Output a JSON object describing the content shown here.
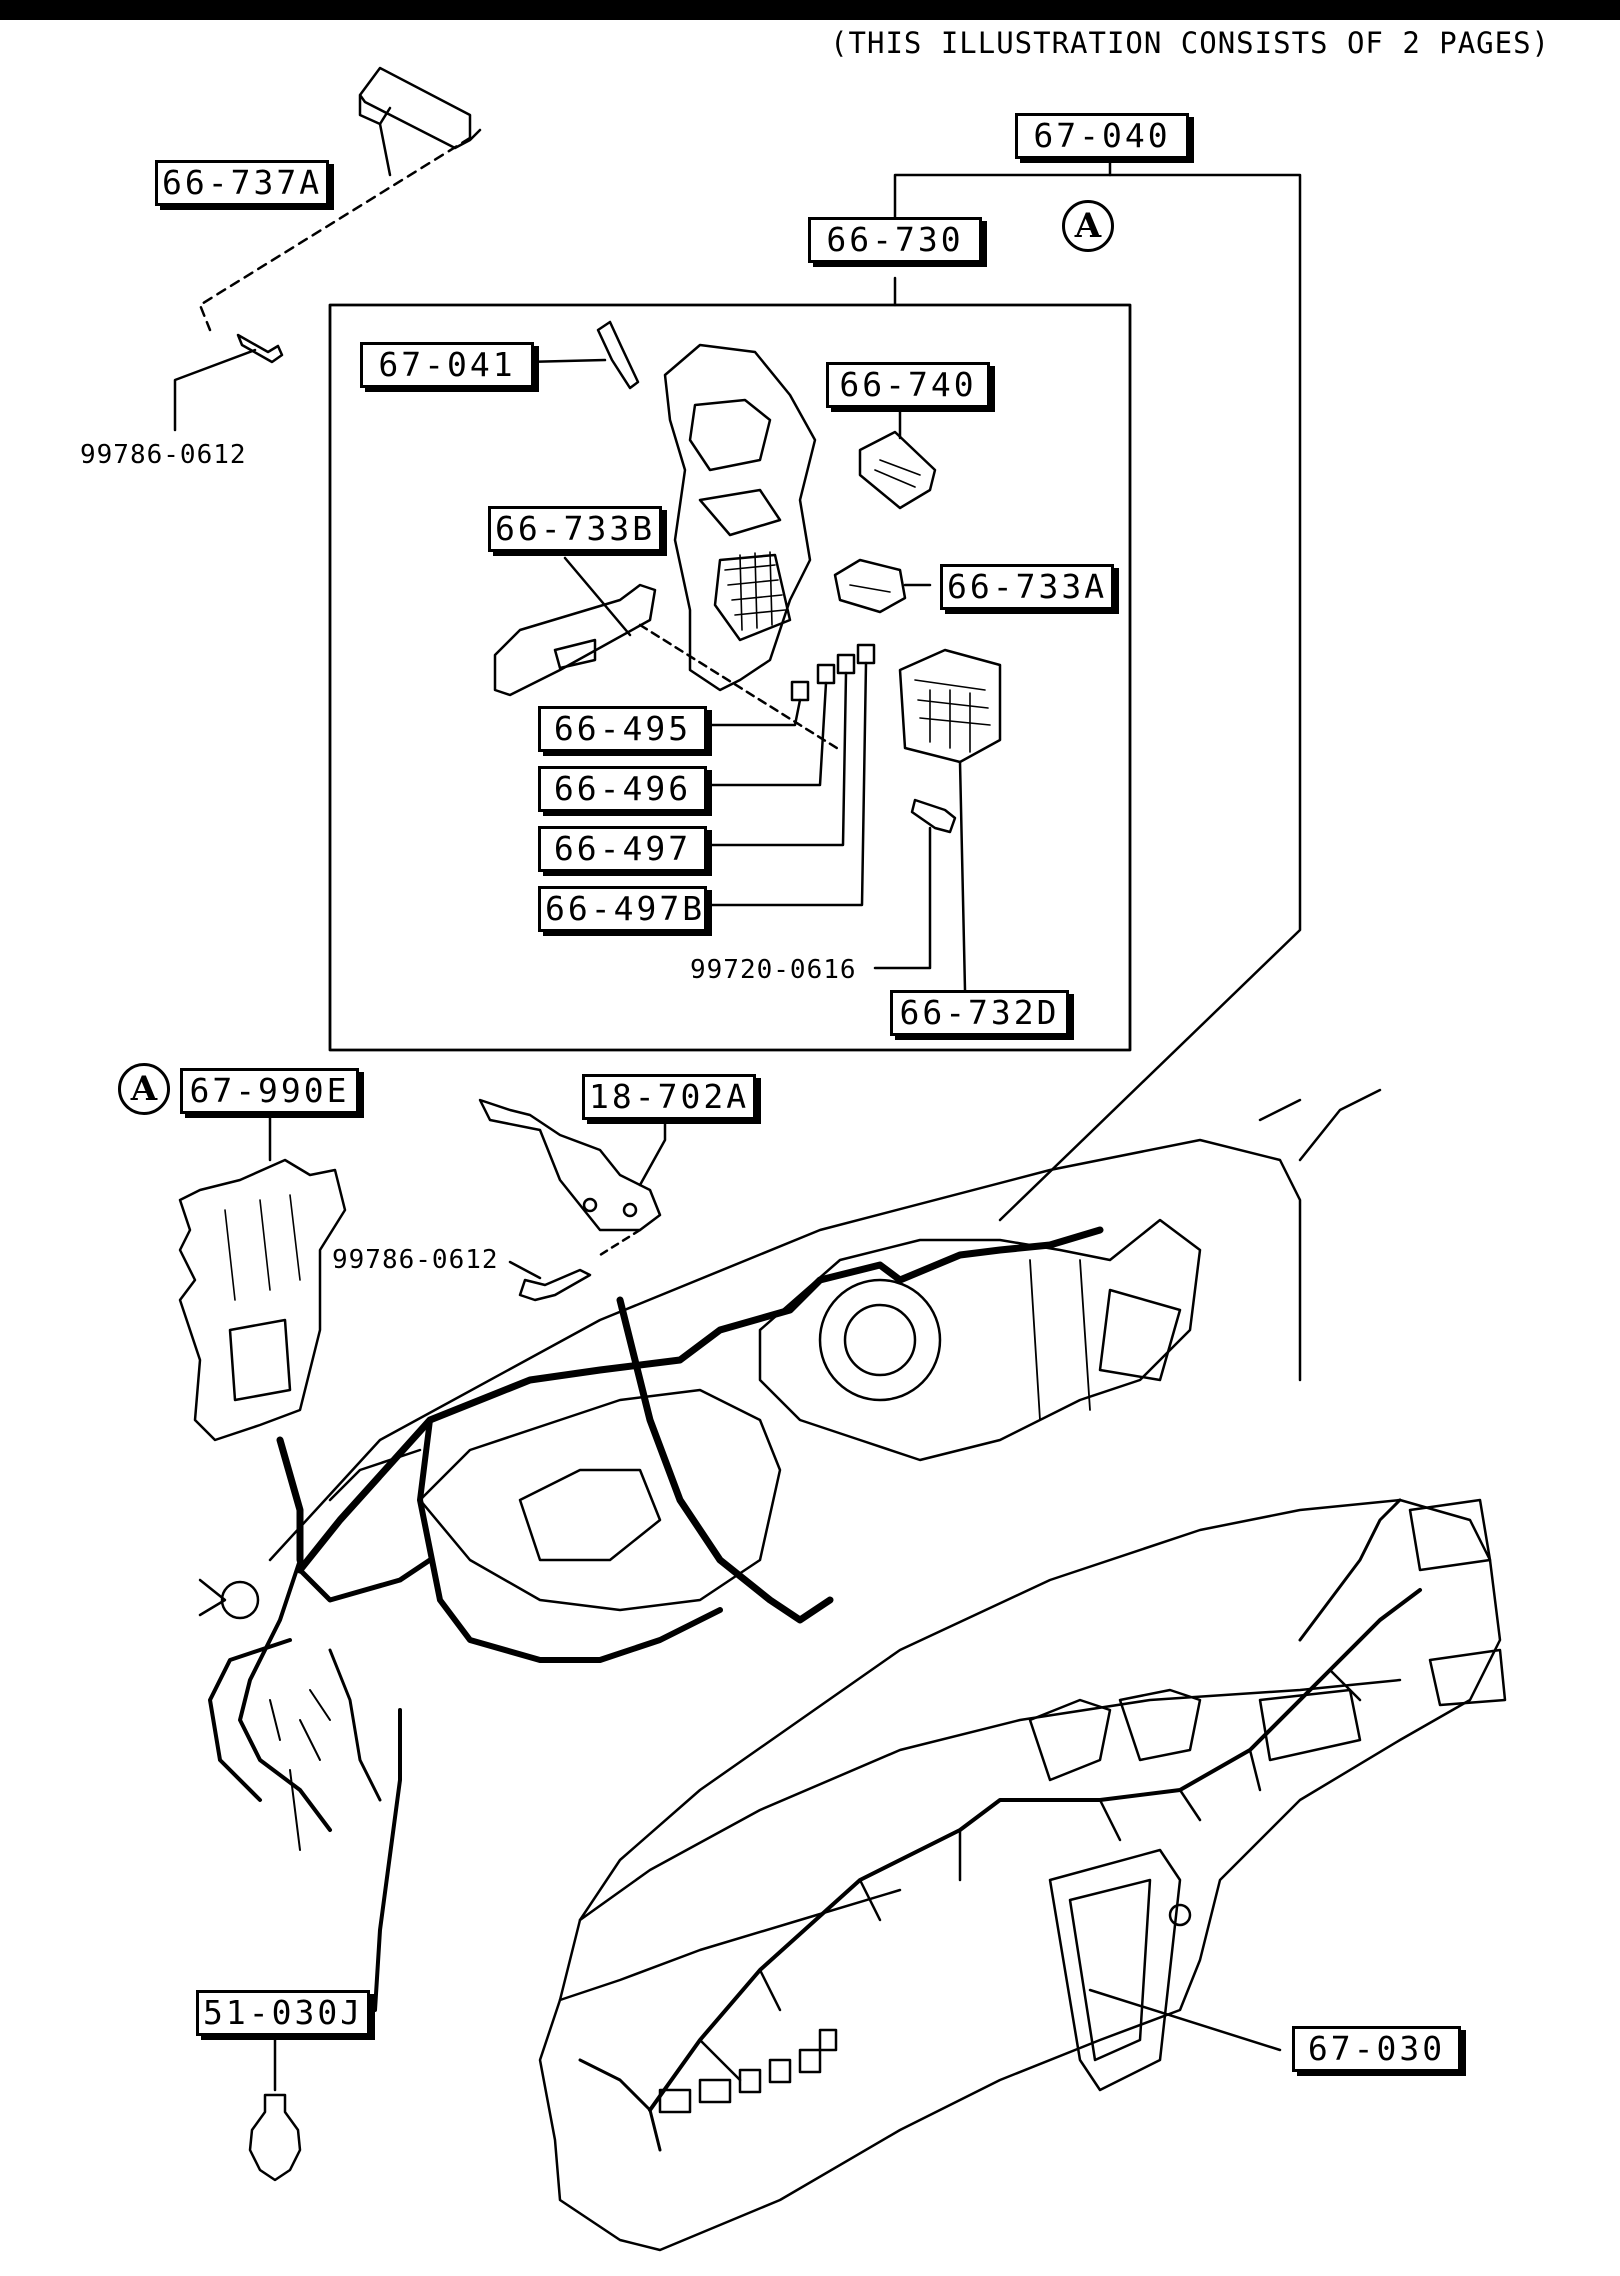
{
  "header": {
    "note": "(THIS ILLUSTRATION CONSISTS OF  2 PAGES)"
  },
  "labels": {
    "p66_737A": "66-737A",
    "p67_040": "67-040",
    "p66_730": "66-730",
    "p67_041": "67-041",
    "p66_740": "66-740",
    "p66_733B": "66-733B",
    "p66_733A": "66-733A",
    "p66_495": "66-495",
    "p66_496": "66-496",
    "p66_497": "66-497",
    "p66_497B": "66-497B",
    "p66_732D": "66-732D",
    "p67_990E": "67-990E",
    "p18_702A": "18-702A",
    "p51_030J": "51-030J",
    "p67_030": "67-030",
    "bolt_top": "99786-0612",
    "bolt_mid": "99720-0616",
    "bolt_left": "99786-0612",
    "ref_a1": "A",
    "ref_a2": "A"
  },
  "colors": {
    "ink": "#000000",
    "paper": "#ffffff"
  }
}
